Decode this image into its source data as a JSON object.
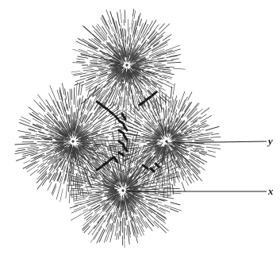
{
  "labels": {
    "y": "y",
    "x": "x"
  },
  "colors": {
    "ink": "#1a1a1a",
    "ray": "#3a3a3a",
    "paper": "#ffffff"
  },
  "figure_elements": [
    "aster-top",
    "aster-left",
    "aster-right",
    "aster-bottom",
    "chromosomes",
    "leader-line-y",
    "leader-line-x"
  ]
}
